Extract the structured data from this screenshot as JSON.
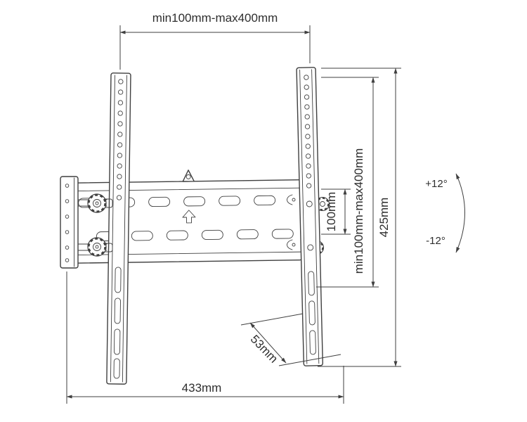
{
  "canvas": {
    "background": "#ffffff",
    "line_color": "#3f3f3f",
    "text_color": "#2e2e2e"
  },
  "labels": {
    "top_width": "min100mm-max400mm",
    "vesa_height": "100mm",
    "vesa_height_range": "min100mm-max400mm",
    "bracket_height": "425mm",
    "tilt_up": "+12°",
    "tilt_down": "-12°",
    "depth": "53mm",
    "base_width": "433mm"
  }
}
